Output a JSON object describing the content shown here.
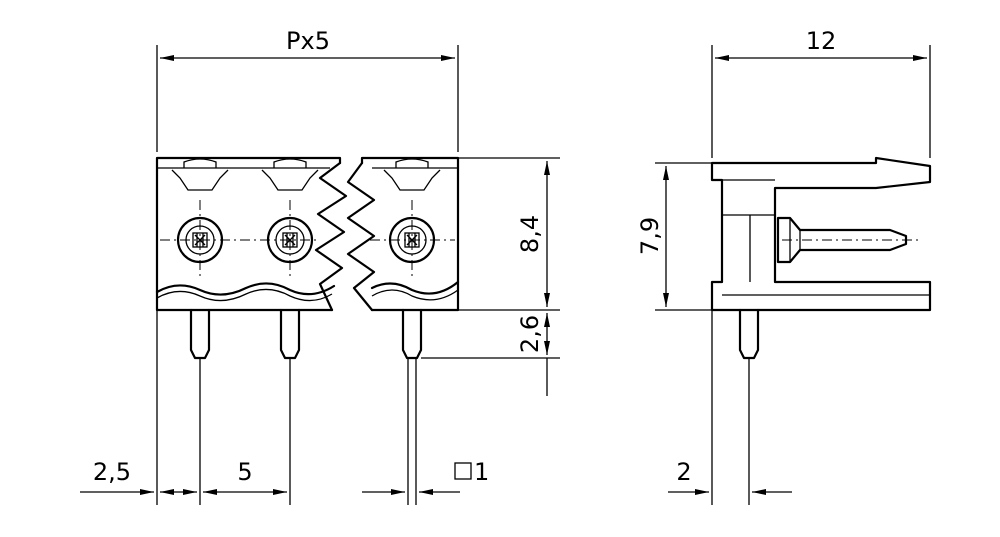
{
  "dimensions": {
    "pitch_total": "Px5",
    "depth": "12",
    "body_height": "8,4",
    "pin_length": "2,6",
    "side_height": "7,9",
    "edge_offset": "2,5",
    "pitch": "5",
    "pin_square": "1",
    "side_pin_offset": "2"
  }
}
